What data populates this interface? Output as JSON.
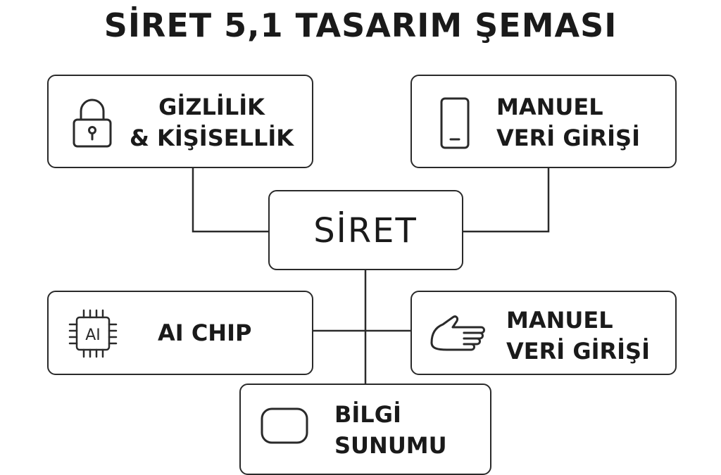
{
  "title": "SİRET 5,1 TASARIM ŞEMASI",
  "nodes": {
    "privacy": {
      "line1": "GİZLİLİK",
      "line2": "& KİŞİSELLİK",
      "icon": "lock-icon"
    },
    "manual_top": {
      "line1": "MANUEL",
      "line2": "VERİ GİRİŞİ",
      "icon": "phone-icon"
    },
    "center": {
      "label": "SİRET"
    },
    "ai_chip": {
      "label": "AI CHIP",
      "icon_text": "AI",
      "icon": "chip-icon"
    },
    "manual_bottom": {
      "line1": "MANUEL",
      "line2": "VERİ GİRİŞİ",
      "icon": "hand-icon"
    },
    "info": {
      "line1": "BİLGİ",
      "line2": "SUNUMU",
      "icon": "display-icon"
    }
  },
  "colors": {
    "stroke": "#2a2a2a",
    "text": "#1a1a1a",
    "background": "#ffffff"
  }
}
